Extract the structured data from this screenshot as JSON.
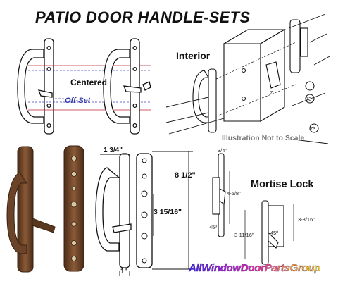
{
  "header": {
    "title": "PATIO DOOR HANDLE-SETS"
  },
  "labels": {
    "interior": "Interior",
    "centered": "Centered",
    "off_set": "Off-Set",
    "not_to_scale": "Illustration Not to Scale",
    "mortise_lock": "Mortise Lock"
  },
  "dimensions": {
    "width_1_3_4": "1 3/4\"",
    "height_8_1_2": "8 1/2\"",
    "hole_3_15_16": "3 15/16\"",
    "depth_1": "1\"",
    "mortise_3_4": "3/4\"",
    "mortise_4_5_8": "4-5/8\"",
    "mortise_45_a": "45º",
    "mortise_3_11_16": "3-11/16\"",
    "mortise_45_b": "45º",
    "mortise_3_3_16": "3-3/16\""
  },
  "callouts": {
    "c7": "7",
    "c73": "73",
    "c73b": "73"
  },
  "brand": {
    "text": "AllWindowDoorPartsGroup"
  },
  "colors": {
    "bronze": "#6b4328",
    "offset_text": "#2d35a8",
    "guide_red": "#c0203a",
    "guide_blue": "#3d45c0"
  }
}
